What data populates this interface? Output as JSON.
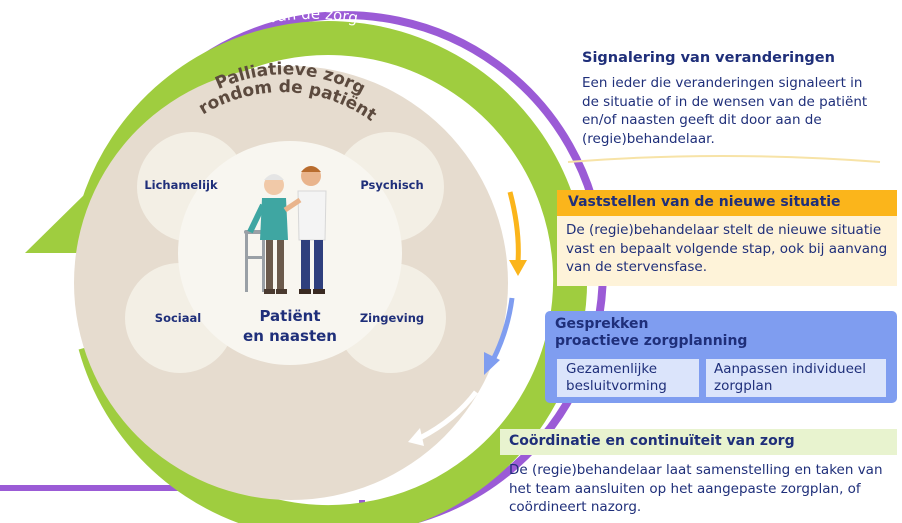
{
  "circle": {
    "outer_label": "Organisatie van de zorg",
    "inner_title_line1": "Palliatieve zorg",
    "inner_title_line2": "rondom de patiënt",
    "domains": {
      "top_left": "Lichamelijk",
      "top_right": "Psychisch",
      "bottom_left": "Sociaal",
      "bottom_right": "Zingeving"
    },
    "center_line1": "Patiënt",
    "center_line2": "en naasten"
  },
  "steps": {
    "signalering": {
      "title": "Signalering van veranderingen",
      "body": "Een ieder die veranderingen signaleert in de situatie of in de wensen van de patiënt en/of naasten geeft dit door aan de (regie)behandelaar."
    },
    "vaststellen": {
      "title": "Vaststellen van de nieuwe situatie",
      "body": "De (regie)behandelaar stelt de nieuwe situatie vast en bepaalt volgende stap, ook bij aanvang van de stervensfase."
    },
    "gesprekken": {
      "title_line1": "Gesprekken",
      "title_line2": "proactieve zorgplanning",
      "sub1": "Gezamenlijke besluitvorming",
      "sub2": "Aanpassen individueel zorgplan"
    },
    "coordinatie": {
      "title": "Coördinatie en continuïteit van zorg",
      "body": "De (regie)behandelaar laat samenstelling en taken van het team aansluiten op het aangepaste zorgplan, of coördineert nazorg."
    }
  },
  "colors": {
    "purple": "#9b5bd6",
    "green": "#9fcd3f",
    "beige": "#e6dccf",
    "domain_circle": "#f3efe5",
    "navy": "#1f2f7a",
    "orange": "#fbb51b",
    "blue": "#7f9df0"
  }
}
